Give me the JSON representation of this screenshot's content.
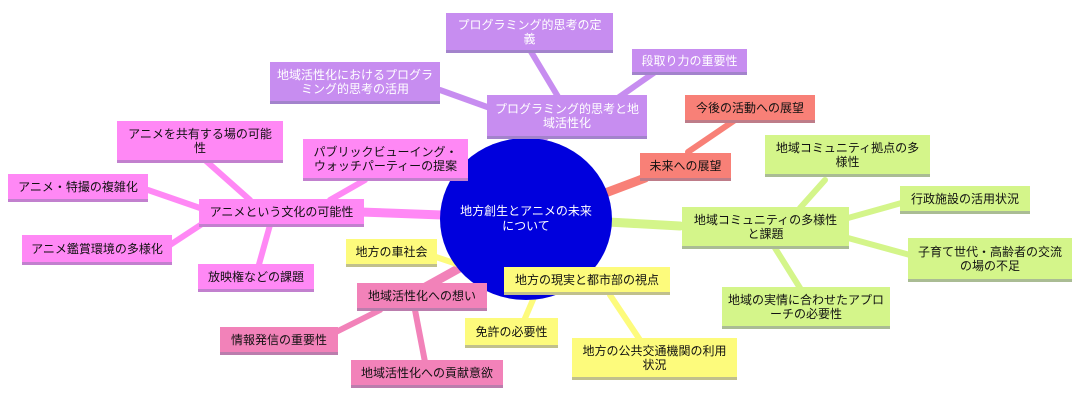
{
  "center": "地方創生とアニメの未来について",
  "colors": {
    "center": "#0000dd",
    "purple": "#c78df0",
    "pink": "#ff88f5",
    "coral": "#f88077",
    "green": "#d4f58a",
    "yellow": "#fdfb7c",
    "rose": "#f282b9"
  },
  "branches": {
    "programming": {
      "label": "プログラミング的思考と地域活性化",
      "children": [
        "プログラミング的思考の定義",
        "段取り力の重要性",
        "地域活性化におけるプログラミング的思考の活用"
      ]
    },
    "future": {
      "label": "未来への展望",
      "children": [
        "今後の活動への展望"
      ]
    },
    "community": {
      "label": "地域コミュニティの多様性と課題",
      "children": [
        "地域コミュニティ拠点の多様性",
        "行政施設の活用状況",
        "子育て世代・高齢者の交流の場の不足",
        "地域の実情に合わせたアプローチの必要性"
      ]
    },
    "reality": {
      "label": "地方の現実と都市部の視点",
      "children": [
        "地方の車社会",
        "免許の必要性",
        "地方の公共交通機関の利用状況"
      ]
    },
    "revital": {
      "label": "地域活性化への想い",
      "children": [
        "情報発信の重要性",
        "地域活性化への貢献意欲"
      ]
    },
    "anime": {
      "label": "アニメという文化の可能性",
      "children": [
        "アニメを共有する場の可能性",
        "パブリックビューイング・ウォッチパーティーの提案",
        "アニメ・特撮の複雑化",
        "アニメ鑑賞環境の多様化",
        "放映権などの課題"
      ]
    }
  }
}
